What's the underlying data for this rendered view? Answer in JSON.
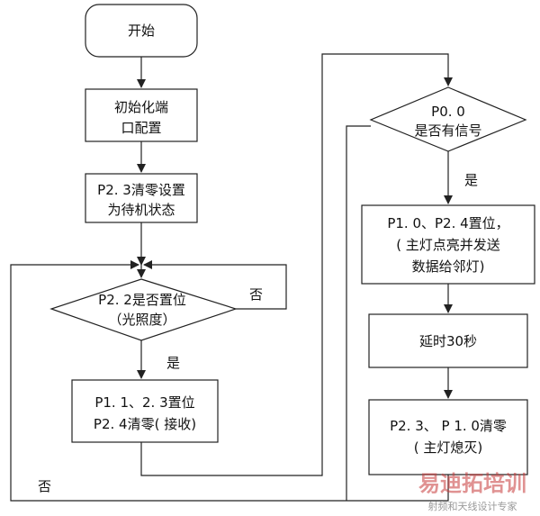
{
  "nodes": {
    "start": {
      "line1": "开始"
    },
    "init": {
      "line1": "初始化端",
      "line2": "口配置"
    },
    "clear_standby": {
      "line1": "P2. 3清零设置",
      "line2": "为待机状态"
    },
    "decision_light": {
      "line1": "P2. 2是否置位",
      "line2": "（光照度）"
    },
    "set_receive": {
      "line1": "P1. 1、2. 3置位",
      "line2": "P2. 4清零( 接收)"
    },
    "decision_signal": {
      "line1": "P0. 0",
      "line2": "是否有信号"
    },
    "set_send": {
      "line1": "P1. 0、P2. 4置位，",
      "line2": "( 主灯点亮并发送",
      "line3": "数据给邻灯)"
    },
    "delay": {
      "line1": "延时30秒"
    },
    "clear_off": {
      "line1": "P2. 3、 P 1. 0清零",
      "line2": "( 主灯熄灭)"
    }
  },
  "edge_labels": {
    "no_light_loop": "否",
    "yes_light": "是",
    "yes_signal": "是",
    "no_signal": "否"
  },
  "watermark": {
    "brand": "易迪拓培训",
    "tagline": "射频和天线设计专家"
  }
}
